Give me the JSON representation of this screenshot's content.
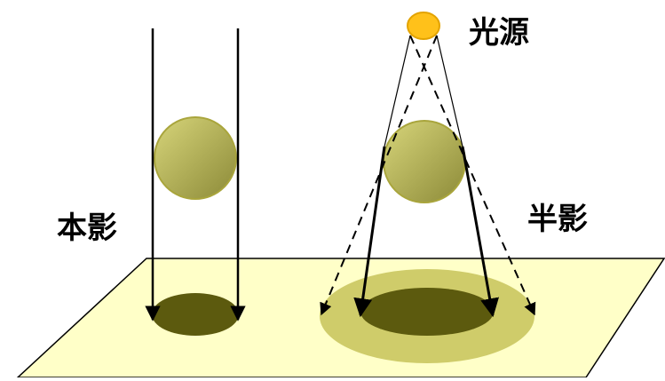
{
  "labels": {
    "light_source": "光源",
    "umbra": "本影",
    "penumbra": "半影"
  },
  "colors": {
    "ground": "#ffffc8",
    "ground_stroke": "#000000",
    "sphere_light": "#d7d57a",
    "sphere_dark": "#8c8a38",
    "sphere_stroke": "#a9a53c",
    "umbra_shadow": "#5c5a0e",
    "penumbra_shadow": "#cfcc6a",
    "light_fill": "#ffc11a",
    "light_stroke": "#e3a300",
    "ray": "#000000"
  }
}
